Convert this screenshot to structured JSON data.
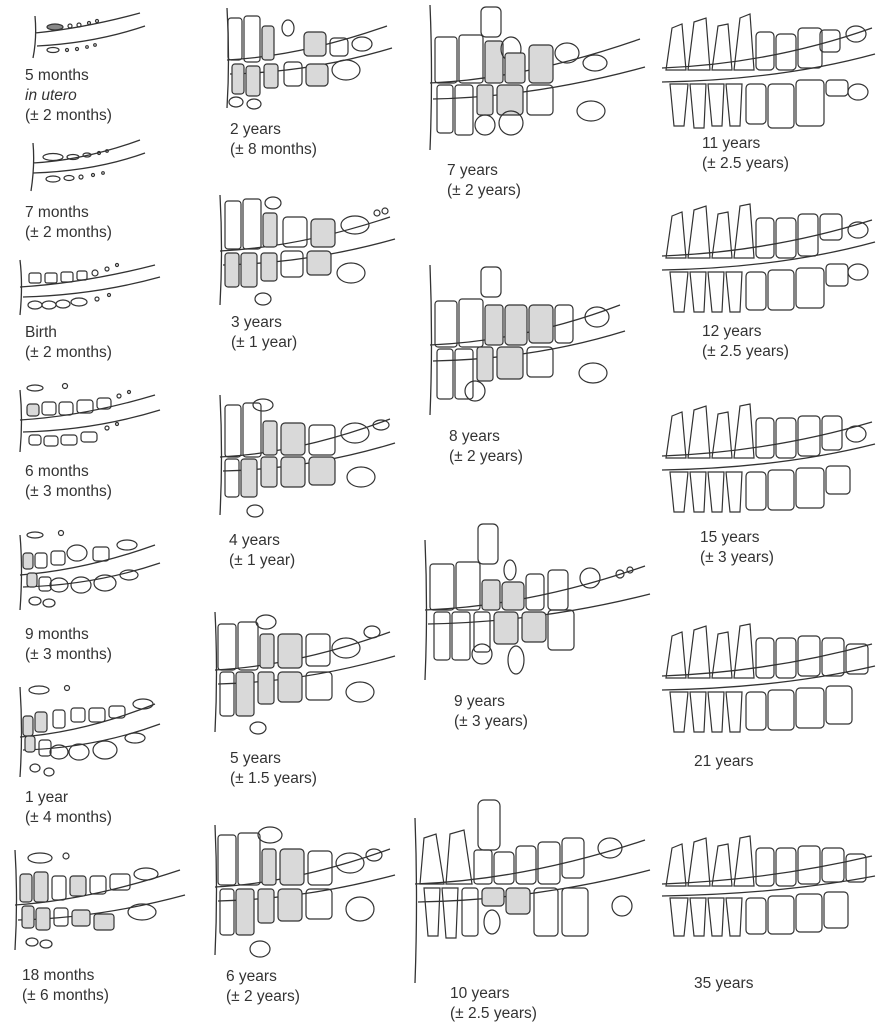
{
  "stages": [
    {
      "id": "5m-utero",
      "age": "5 months",
      "note": "in utero",
      "range": "(± 2 months)"
    },
    {
      "id": "7m",
      "age": "7 months",
      "range": "(± 2 months)"
    },
    {
      "id": "birth",
      "age": "Birth",
      "range": "(± 2 months)"
    },
    {
      "id": "6m",
      "age": "6 months",
      "range": "(± 3 months)"
    },
    {
      "id": "9m",
      "age": "9 months",
      "range": "(± 3 months)"
    },
    {
      "id": "1y",
      "age": "1 year",
      "range": "(± 4 months)"
    },
    {
      "id": "18m",
      "age": "18 months",
      "range": "(± 6 months)"
    },
    {
      "id": "2y",
      "age": "2 years",
      "range": "(± 8 months)"
    },
    {
      "id": "3y",
      "age": "3 years",
      "range": "(± 1 year)"
    },
    {
      "id": "4y",
      "age": "4 years",
      "range": "(± 1 year)"
    },
    {
      "id": "5y",
      "age": "5 years",
      "range": "(± 1.5 years)"
    },
    {
      "id": "6y",
      "age": "6 years",
      "range": "(± 2 years)"
    },
    {
      "id": "7y",
      "age": "7 years",
      "range": "(± 2 years)"
    },
    {
      "id": "8y",
      "age": "8 years",
      "range": "(± 2 years)"
    },
    {
      "id": "9y",
      "age": "9 years",
      "range": "(± 3 years)"
    },
    {
      "id": "10y",
      "age": "10 years",
      "range": "(± 2.5 years)"
    },
    {
      "id": "11y",
      "age": "11 years",
      "range": "(± 2.5 years)"
    },
    {
      "id": "12y",
      "age": "12 years",
      "range": "(± 2.5 years)"
    },
    {
      "id": "15y",
      "age": "15 years",
      "range": "(± 3 years)"
    },
    {
      "id": "21y",
      "age": "21 years"
    },
    {
      "id": "35y",
      "age": "35 years"
    }
  ],
  "colors": {
    "line": "#333333",
    "shaded_tooth": "#d9d9d9",
    "background": "#ffffff"
  }
}
